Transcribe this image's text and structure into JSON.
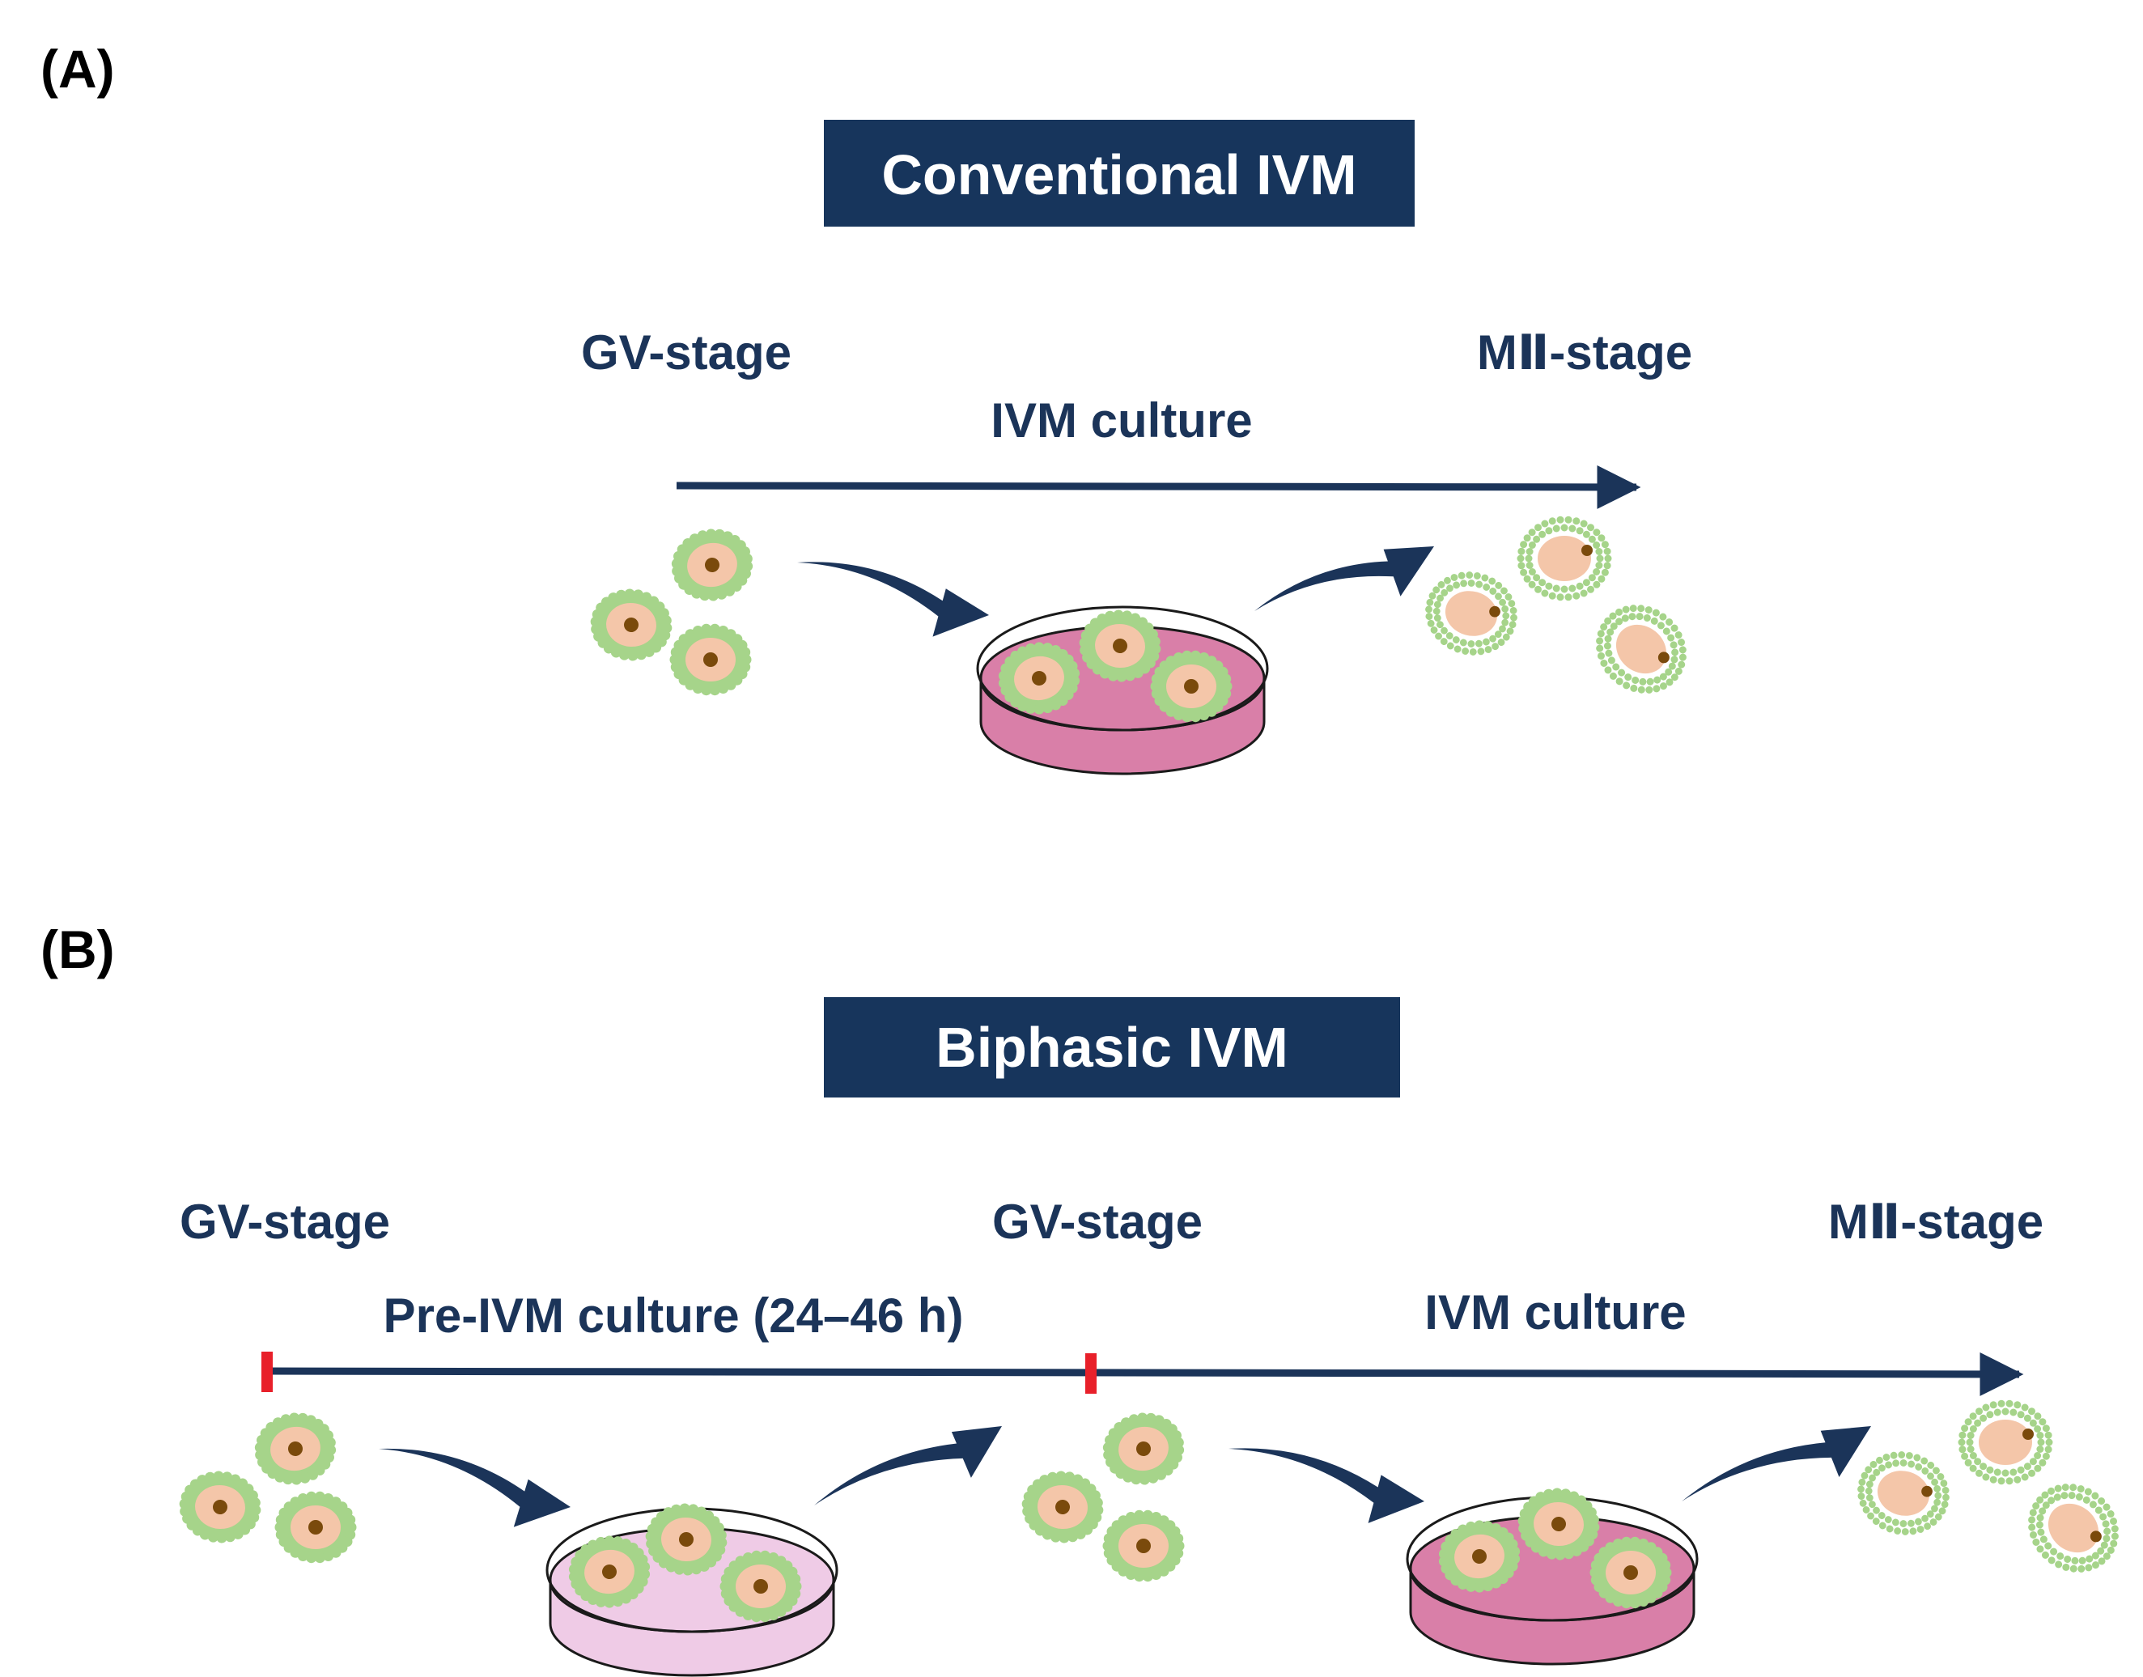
{
  "colors": {
    "navy": "#1b3459",
    "title_box": "#17355c",
    "marker_red": "#e8202a",
    "dish_pink": "#d97fa8",
    "dish_light": "#efcbe6",
    "cumulus_green": "#a6d48a",
    "oocyte_peach": "#f4c6a9",
    "nucleus_brown": "#7a4a0c"
  },
  "panel_a": {
    "label": "(A)",
    "title": "Conventional IVM",
    "start_stage": "GV-stage",
    "end_stage": "MⅡ-stage",
    "culture": "IVM culture"
  },
  "panel_b": {
    "label": "(B)",
    "title": "Biphasic IVM",
    "start_stage": "GV-stage",
    "mid_stage": "GV-stage",
    "end_stage": "MⅡ-stage",
    "pre_culture": "Pre-IVM culture (24–46 h)",
    "culture": "IVM culture"
  }
}
